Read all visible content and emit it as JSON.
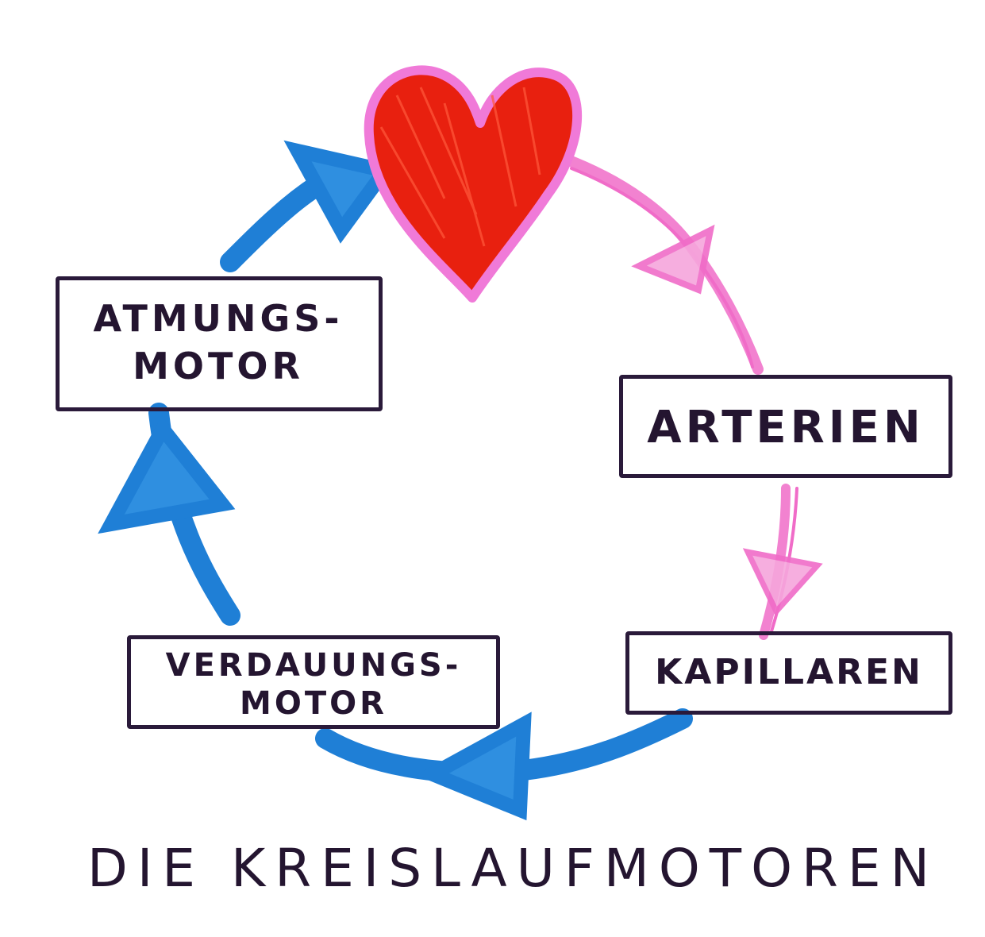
{
  "colors": {
    "ink": "#241530",
    "blue_flow": "#1f7fd6",
    "pink_flow": "#f06cc8",
    "heart_fill": "#e8200f",
    "heart_outline": "#f07ad8"
  },
  "nodes": {
    "heart": {
      "icon": "heart-icon"
    },
    "atmung": {
      "line1": "ATMUNGS-",
      "line2": "MOTOR"
    },
    "arterien": {
      "label": "ARTERIEN"
    },
    "kapillaren": {
      "label": "KAPILLAREN"
    },
    "verdauung": {
      "line1": "VERDAUUNGS-",
      "line2": "MOTOR"
    }
  },
  "title": "DIE KREISLAUFMOTOREN"
}
